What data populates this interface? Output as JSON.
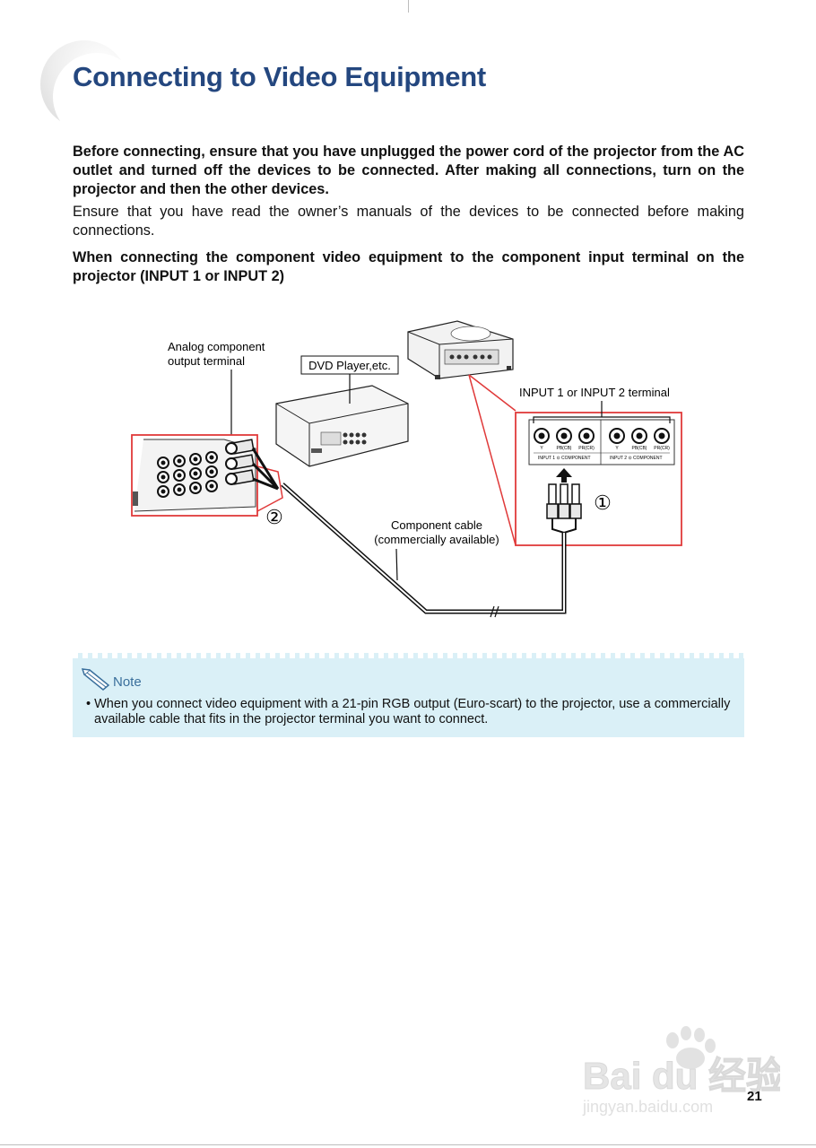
{
  "page": {
    "title": "Connecting to Video Equipment",
    "number": "21"
  },
  "intro": {
    "warning": "Before connecting, ensure that you have unplugged the power cord of the projector from the AC outlet and turned off the devices to be connected. After making all connections, turn on the projector and then the other devices.",
    "manuals": "Ensure that you have read the owner’s manuals of the devices to be connected before making connections.",
    "component_heading": "When connecting the component video equipment to the component input terminal on the projector (INPUT 1 or INPUT 2)"
  },
  "diagram": {
    "analog_label_1": "Analog component",
    "analog_label_2": "output terminal",
    "dvd_label": "DVD Player,etc.",
    "input_terminal_label": "INPUT 1 or INPUT 2 terminal",
    "cable_label_1": "Component cable",
    "cable_label_2": "(commercially available)",
    "step_1": "①",
    "step_2": "②",
    "jack_labels": [
      "Y",
      "PB(CB)",
      "PR(CR)",
      "Y",
      "PB(CB)",
      "PR(CR)"
    ],
    "input1_label": "INPUT 1 ⊙ COMPONENT",
    "input2_label": "INPUT 2 ⊙ COMPONENT",
    "accent_color": "#e03a3a"
  },
  "note": {
    "title": "Note",
    "text": "• When you connect video equipment with a 21-pin RGB output (Euro-scart) to the projector, use a com­mercially available cable that fits in the projector terminal you want to connect."
  },
  "watermark": {
    "brand": "Bai du 经验",
    "url": "jingyan.baidu.com"
  }
}
